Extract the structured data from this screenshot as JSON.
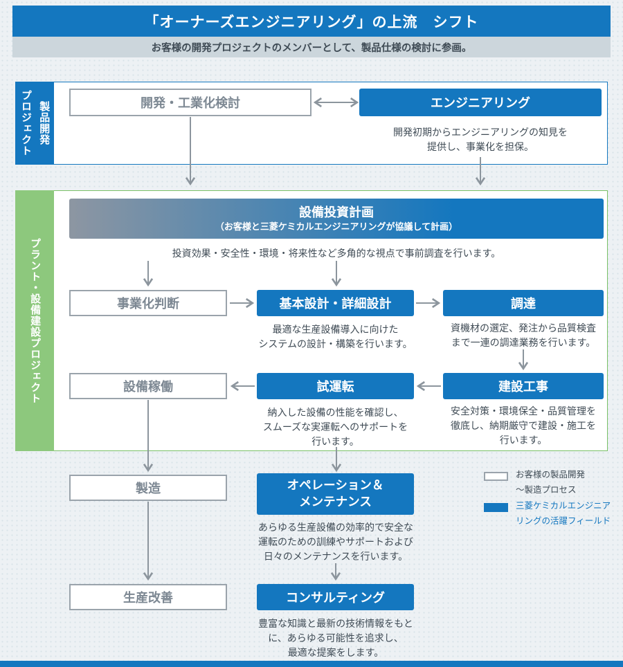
{
  "header": {
    "title": "「オーナーズエンジニアリング」の上流　シフト",
    "subtitle": "お客様の開発プロジェクトのメンバーとして、製品仕様の検討に参画。"
  },
  "product_section": {
    "tab": "製品開発\nプロジェクト",
    "dev_box": "開発・工業化検討",
    "engineering_box": "エンジニアリング",
    "engineering_desc": "開発初期からエンジニアリングの知見を\n提供し、事業化を担保。"
  },
  "plant_section": {
    "tab": "プラント・設備建設プロジェクト",
    "plan_box_title": "設備投資計画",
    "plan_box_subtitle": "（お客様と三菱ケミカルエンジニアリングが協議して計画）",
    "plan_desc": "投資効果・安全性・環境・将来性など多角的な視点で事前調査を行います。",
    "jigyoka_box": "事業化判断",
    "sekkei_box": "基本設計・詳細設計",
    "sekkei_desc": "最適な生産設備導入に向けた\nシステムの設計・構築を行います。",
    "chotatsu_box": "調達",
    "chotatsu_desc": "資機材の選定、発注から品質検査\nまで一連の調達業務を行います。",
    "kado_box": "設備稼働",
    "shiunten_box": "試運転",
    "shiunten_desc": "納入した設備の性能を確認し、\nスムーズな実運転へのサポートを\n行います。",
    "kensetsu_box": "建設工事",
    "kensetsu_desc": "安全対策・環境保全・品質管理を\n徹底し、納期厳守で建設・施工を\n行います。"
  },
  "after_section": {
    "seizo_box": "製造",
    "om_box": "オペレーション＆\nメンテナンス",
    "om_desc": "あらゆる生産設備の効率的で安全な\n運転のための訓練やサポートおよび\n日々のメンテナンスを行います。",
    "kaizen_box": "生産改善",
    "consulting_box": "コンサルティング",
    "consulting_desc": "豊富な知識と最新の技術情報をもと\nに、あらゆる可能性を追求し、\n最適な提案をします。"
  },
  "legend": {
    "customer_label": "お客様の製品開発\n～製造プロセス",
    "mce_label": "三菱ケミカルエンジニア\nリングの活躍フィールド"
  },
  "colors": {
    "accent_blue": "#1477bf",
    "accent_green": "#8dc87d",
    "gradient_gray": "#8d96a2",
    "border_gray": "#9aa3ab",
    "text_dark": "#3f4b55",
    "subheader_bg": "#ccd6dc"
  }
}
